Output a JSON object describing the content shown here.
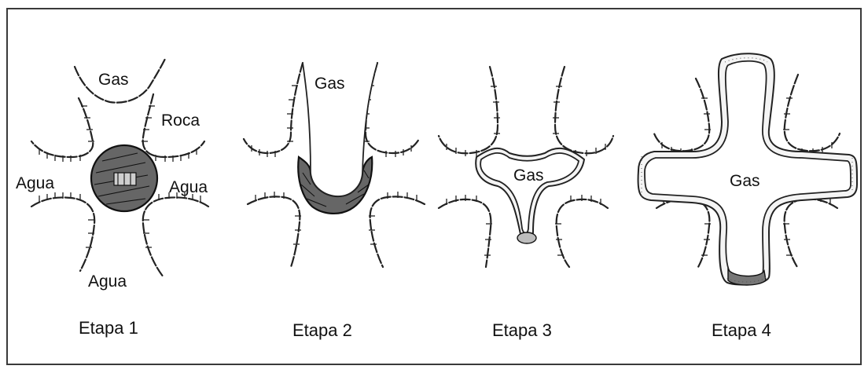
{
  "stages": [
    {
      "caption": "Etapa 1",
      "labels": {
        "gas": "Gas",
        "rock": "Roca",
        "water_left": "Agua",
        "water_right": "Agua",
        "water_bottom": "Agua"
      }
    },
    {
      "caption": "Etapa 2",
      "labels": {
        "gas": "Gas"
      }
    },
    {
      "caption": "Etapa 3",
      "labels": {
        "gas": "Gas"
      }
    },
    {
      "caption": "Etapa 4",
      "labels": {
        "gas": "Gas"
      }
    }
  ],
  "colors": {
    "ink": "#222222",
    "frame": "#3a3a3a",
    "background": "#ffffff"
  }
}
